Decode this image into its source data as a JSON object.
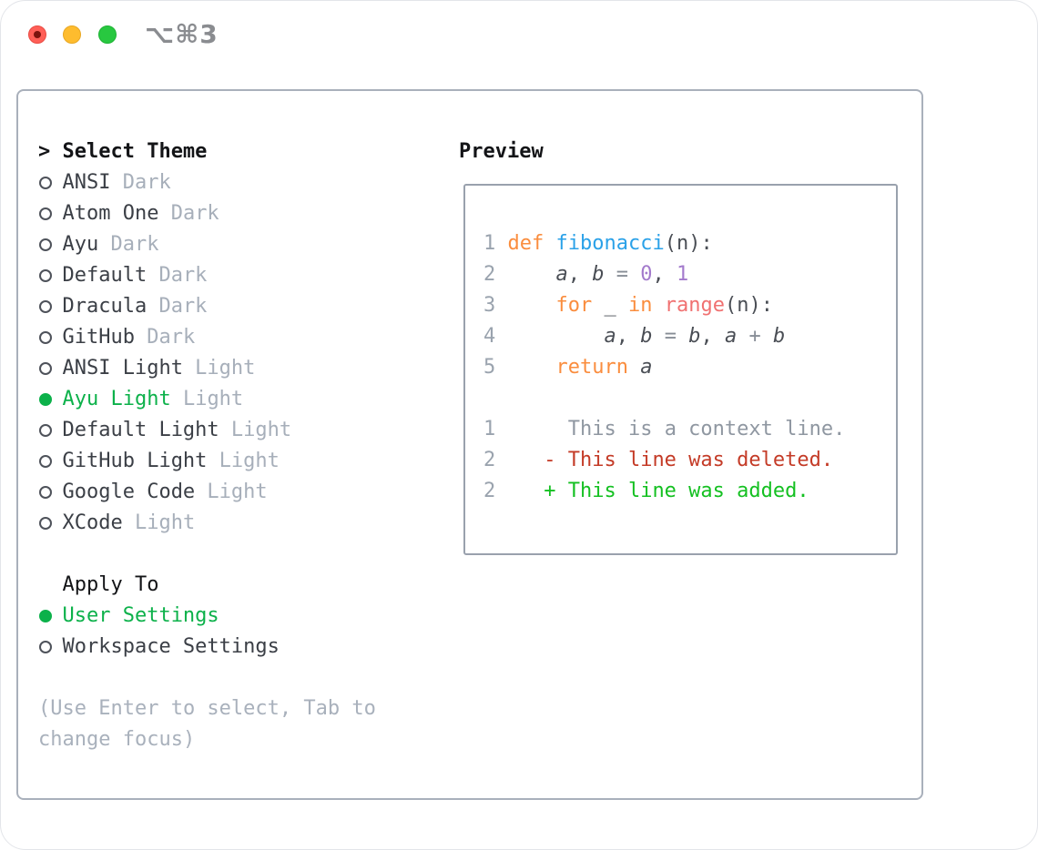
{
  "titlebar": {
    "title": "⌥⌘3",
    "traffic_lights": [
      "close",
      "minimize",
      "zoom"
    ]
  },
  "theme_panel": {
    "prompt": ">",
    "header": "Select Theme",
    "themes": [
      {
        "name": "ANSI",
        "variant": "Dark",
        "selected": false
      },
      {
        "name": "Atom One",
        "variant": "Dark",
        "selected": false
      },
      {
        "name": "Ayu",
        "variant": "Dark",
        "selected": false
      },
      {
        "name": "Default",
        "variant": "Dark",
        "selected": false
      },
      {
        "name": "Dracula",
        "variant": "Dark",
        "selected": false
      },
      {
        "name": "GitHub",
        "variant": "Dark",
        "selected": false
      },
      {
        "name": "ANSI Light",
        "variant": "Light",
        "selected": false
      },
      {
        "name": "Ayu Light",
        "variant": "Light",
        "selected": true
      },
      {
        "name": "Default Light",
        "variant": "Light",
        "selected": false
      },
      {
        "name": "GitHub Light",
        "variant": "Light",
        "selected": false
      },
      {
        "name": "Google Code",
        "variant": "Light",
        "selected": false
      },
      {
        "name": "XCode",
        "variant": "Light",
        "selected": false
      }
    ],
    "apply_to": {
      "header": "Apply To",
      "options": [
        {
          "name": "User Settings",
          "selected": true
        },
        {
          "name": "Workspace Settings",
          "selected": false
        }
      ]
    },
    "help_lines": [
      "(Use Enter to select, Tab to",
      "change focus)"
    ]
  },
  "preview": {
    "header": "Preview",
    "lines": [
      [
        {
          "c": "ln",
          "t": "1 "
        },
        {
          "c": "kw",
          "t": "def"
        },
        {
          "c": "fg",
          "t": " "
        },
        {
          "c": "fn",
          "t": "fibonacci"
        },
        {
          "c": "fg",
          "t": "(n):"
        }
      ],
      [
        {
          "c": "ln",
          "t": "2 "
        },
        {
          "c": "fg",
          "t": "    "
        },
        {
          "c": "var",
          "t": "a"
        },
        {
          "c": "fg",
          "t": ", "
        },
        {
          "c": "var",
          "t": "b"
        },
        {
          "c": "fg",
          "t": " "
        },
        {
          "c": "op",
          "t": "="
        },
        {
          "c": "fg",
          "t": " "
        },
        {
          "c": "num",
          "t": "0"
        },
        {
          "c": "fg",
          "t": ", "
        },
        {
          "c": "num",
          "t": "1"
        }
      ],
      [
        {
          "c": "ln",
          "t": "3 "
        },
        {
          "c": "fg",
          "t": "    "
        },
        {
          "c": "kw",
          "t": "for"
        },
        {
          "c": "fg",
          "t": " _ "
        },
        {
          "c": "kw",
          "t": "in"
        },
        {
          "c": "fg",
          "t": " "
        },
        {
          "c": "bi",
          "t": "range"
        },
        {
          "c": "fg",
          "t": "(n):"
        }
      ],
      [
        {
          "c": "ln",
          "t": "4 "
        },
        {
          "c": "fg",
          "t": "        "
        },
        {
          "c": "var",
          "t": "a"
        },
        {
          "c": "fg",
          "t": ", "
        },
        {
          "c": "var",
          "t": "b"
        },
        {
          "c": "fg",
          "t": " "
        },
        {
          "c": "op",
          "t": "="
        },
        {
          "c": "fg",
          "t": " "
        },
        {
          "c": "var",
          "t": "b"
        },
        {
          "c": "fg",
          "t": ", "
        },
        {
          "c": "var",
          "t": "a"
        },
        {
          "c": "fg",
          "t": " "
        },
        {
          "c": "op",
          "t": "+"
        },
        {
          "c": "fg",
          "t": " "
        },
        {
          "c": "var",
          "t": "b"
        }
      ],
      [
        {
          "c": "ln",
          "t": "5 "
        },
        {
          "c": "fg",
          "t": "    "
        },
        {
          "c": "kw",
          "t": "return"
        },
        {
          "c": "fg",
          "t": " "
        },
        {
          "c": "var",
          "t": "a"
        }
      ],
      [],
      [
        {
          "c": "ln",
          "t": "1"
        },
        {
          "c": "fg",
          "t": "      "
        },
        {
          "c": "ctx",
          "t": "This is a context line."
        }
      ],
      [
        {
          "c": "ln",
          "t": "2"
        },
        {
          "c": "fg",
          "t": "    "
        },
        {
          "c": "del",
          "t": "- This line was deleted."
        }
      ],
      [
        {
          "c": "ln",
          "t": "2"
        },
        {
          "c": "fg",
          "t": "    "
        },
        {
          "c": "add",
          "t": "+ This line was added."
        }
      ]
    ]
  },
  "colors": {
    "accent_green": "#0cb14a",
    "diff_added": "#14c021",
    "diff_deleted": "#c43b27",
    "context_gray": "#8f97a1",
    "syntax_keyword": "#fa8d3e",
    "syntax_function": "#2aa1e8",
    "syntax_builtin": "#f07171",
    "syntax_number": "#a37acc",
    "text_primary": "#3b3f46",
    "text_muted": "#a7afba",
    "line_number": "#9aa3ae",
    "panel_border": "#a9b0bb",
    "traffic_red": "#ff5f57",
    "traffic_yellow": "#febc2e",
    "traffic_green": "#28c840",
    "title_gray": "#8a8c90"
  }
}
